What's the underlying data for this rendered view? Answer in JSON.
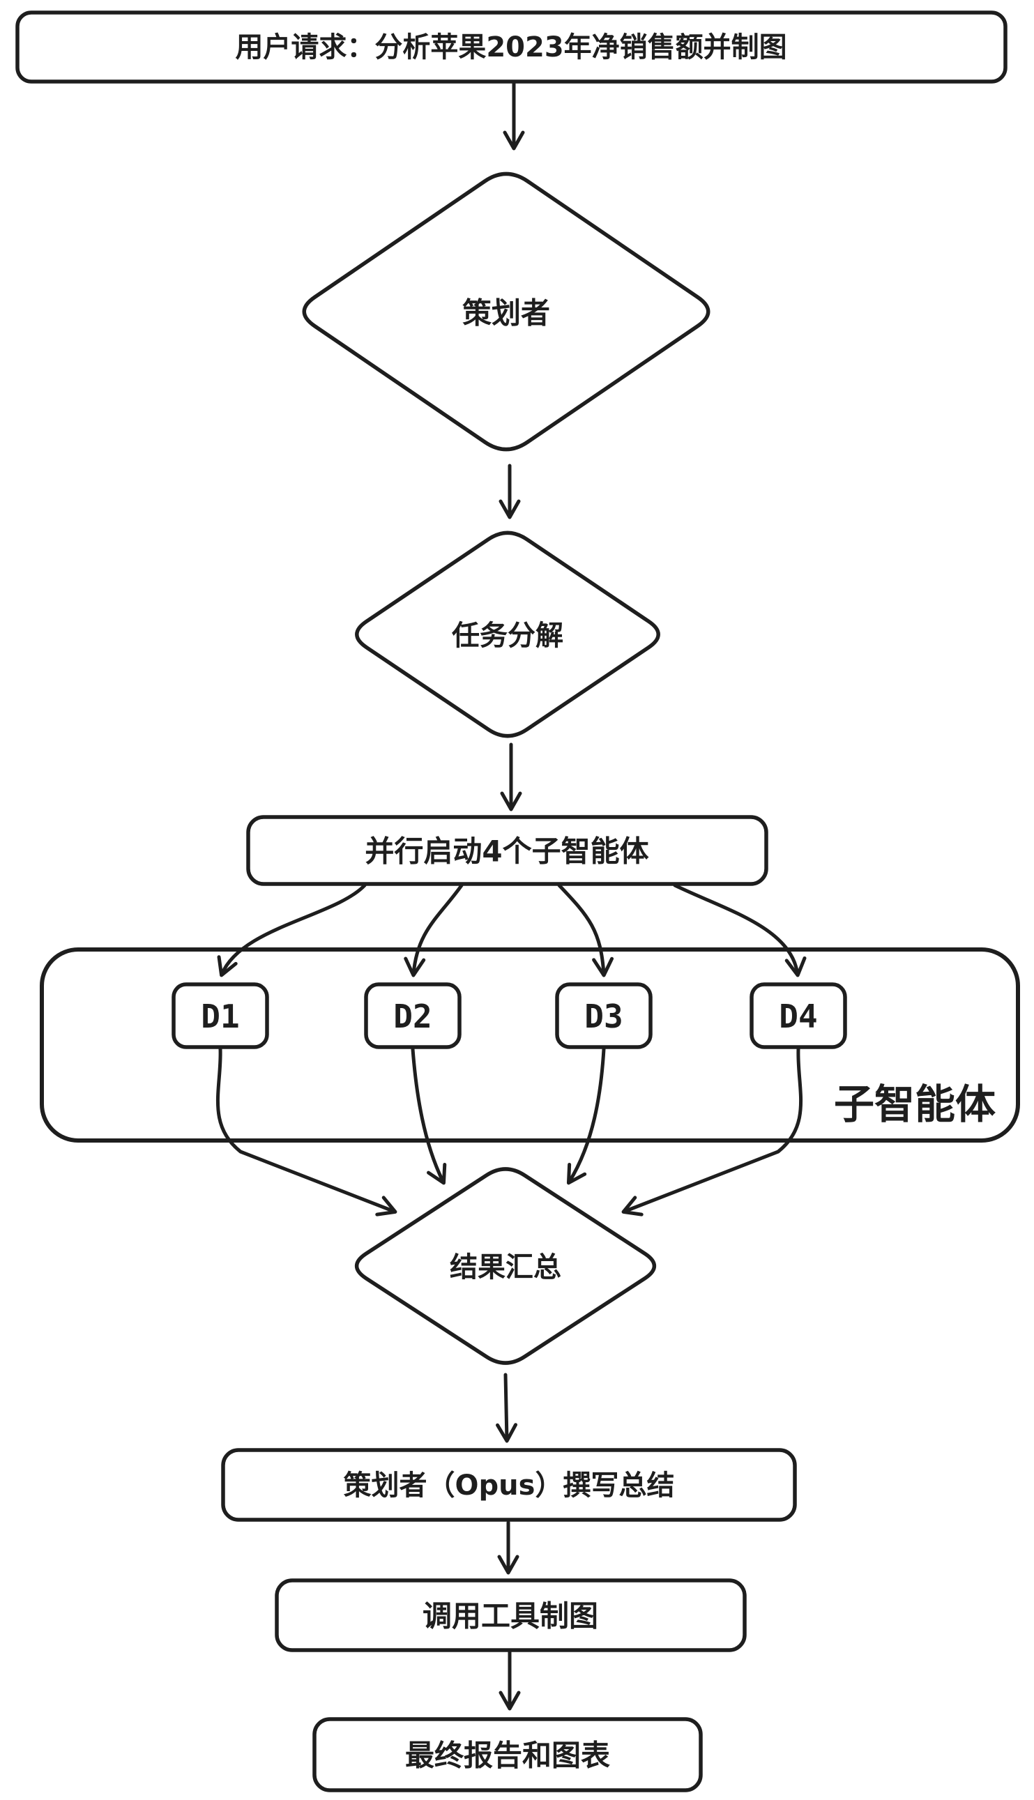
{
  "diagram": {
    "background": "#ffffff",
    "ink_color": "#1e1e1e",
    "nodes": {
      "user_request": "用户请求：分析苹果2023年净销售额并制图",
      "planner": "策划者",
      "task_decomposition": "任务分解",
      "parallel_launch": "并行启动4个子智能体",
      "d1": "D1",
      "d2": "D2",
      "d3": "D3",
      "d4": "D4",
      "subagents_group_label": "子智能体",
      "result_aggregation": "结果汇总",
      "opus_summary": "策划者（Opus）撰写总结",
      "tool_charting": "调用工具制图",
      "final_report": "最终报告和图表"
    },
    "edges": [
      {
        "from": "user_request",
        "to": "planner"
      },
      {
        "from": "planner",
        "to": "task_decomposition"
      },
      {
        "from": "task_decomposition",
        "to": "parallel_launch"
      },
      {
        "from": "parallel_launch",
        "to": "d1"
      },
      {
        "from": "parallel_launch",
        "to": "d2"
      },
      {
        "from": "parallel_launch",
        "to": "d3"
      },
      {
        "from": "parallel_launch",
        "to": "d4"
      },
      {
        "from": "d1",
        "to": "result_aggregation"
      },
      {
        "from": "d2",
        "to": "result_aggregation"
      },
      {
        "from": "d3",
        "to": "result_aggregation"
      },
      {
        "from": "d4",
        "to": "result_aggregation"
      },
      {
        "from": "result_aggregation",
        "to": "opus_summary"
      },
      {
        "from": "opus_summary",
        "to": "tool_charting"
      },
      {
        "from": "tool_charting",
        "to": "final_report"
      }
    ]
  }
}
